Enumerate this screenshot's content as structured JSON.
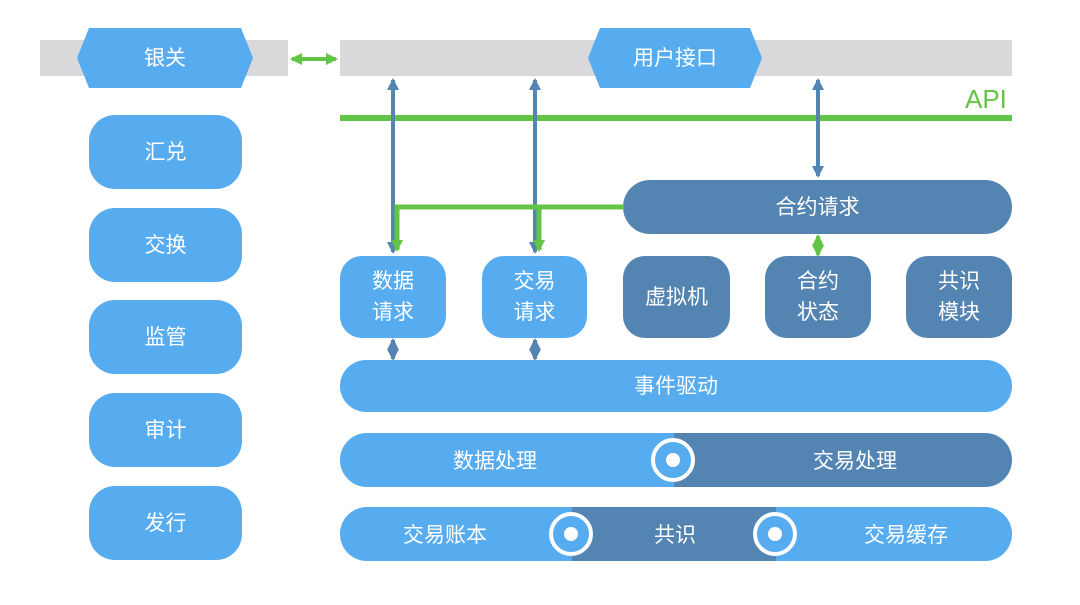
{
  "colors": {
    "light_blue": "#57acf0",
    "dark_blue": "#5484b2",
    "green": "#63c545",
    "gray_bar": "#d9d9db"
  },
  "top": {
    "gateway": "银关",
    "user_interface": "用户接口",
    "api_label": "API"
  },
  "left_column": [
    "汇兑",
    "交换",
    "监管",
    "审计",
    "发行"
  ],
  "contract_request": "合约请求",
  "modules": {
    "data_request": [
      "数据",
      "请求"
    ],
    "trade_request": [
      "交易",
      "请求"
    ],
    "vm": "虚拟机",
    "contract_state": [
      "合约",
      "状态"
    ],
    "consensus_module": [
      "共识",
      "模块"
    ]
  },
  "event_driven": "事件驱动",
  "processing": {
    "left": "数据处理",
    "right": "交易处理"
  },
  "bottom": {
    "left": "交易账本",
    "middle": "共识",
    "right": "交易缓存"
  }
}
